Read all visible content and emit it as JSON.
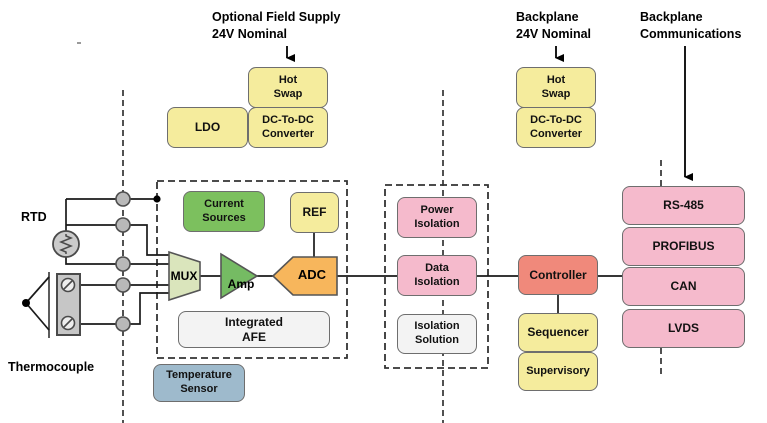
{
  "diagram": {
    "annotations": {
      "field_supply": "Optional Field Supply\n24V Nominal",
      "backplane_supply": "Backplane\n24V Nominal",
      "backplane_comms": "Backplane\nCommunications",
      "rtd": "RTD",
      "thermocouple": "Thermocouple"
    },
    "field_supply_group": {
      "hot_swap": "Hot\nSwap",
      "ldo": "LDO",
      "dcdc": "DC-To-DC\nConverter"
    },
    "backplane_supply_group": {
      "hot_swap": "Hot\nSwap",
      "dcdc": "DC-To-DC\nConverter"
    },
    "afe": {
      "current_sources": "Current\nSources",
      "ref": "REF",
      "mux": "MUX",
      "amp": "Amp",
      "adc": "ADC",
      "integrated_afe": "Integrated\nAFE",
      "temperature_sensor": "Temperature\nSensor"
    },
    "isolation": {
      "power": "Power\nIsolation",
      "data": "Data\nIsolation",
      "solution": "Isolation\nSolution"
    },
    "control": {
      "controller": "Controller",
      "sequencer": "Sequencer",
      "supervisory": "Supervisory"
    },
    "comms": {
      "rs485": "RS-485",
      "profibus": "PROFIBUS",
      "can": "CAN",
      "lvds": "LVDS"
    },
    "colors": {
      "supply_yellow": "#F5EC9D",
      "source_green": "#7CC05E",
      "isolation_pink": "#F5BACC",
      "controller_salmon": "#F0897B",
      "mux_sage": "#DAE5BC",
      "amp_green": "#75BB63",
      "adc_orange": "#F7B65C",
      "neutral_gray": "#F3F3F3",
      "sensor_blue": "#9EBACC",
      "line_dark": "#1a1a1a"
    }
  }
}
